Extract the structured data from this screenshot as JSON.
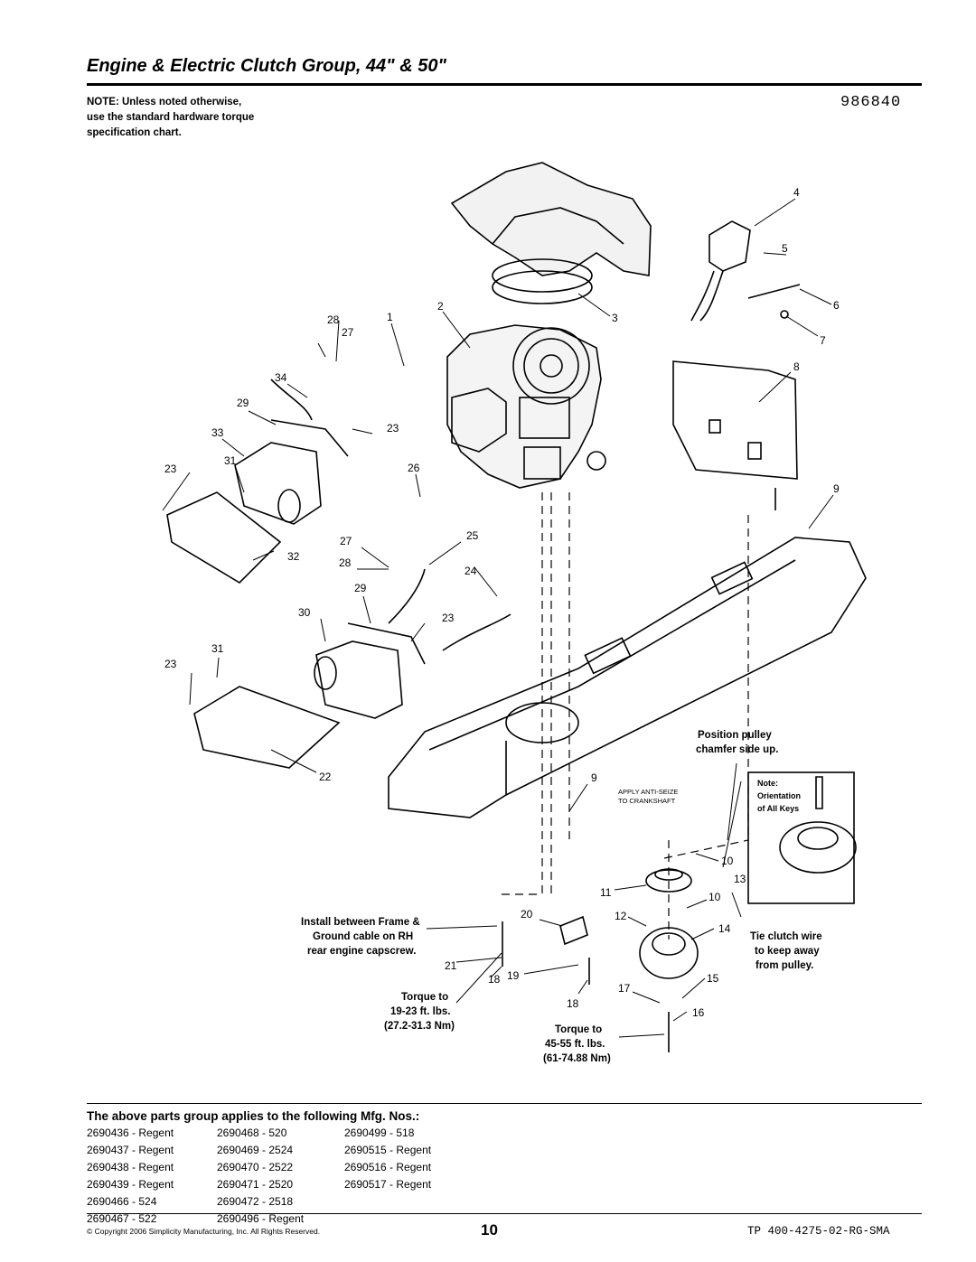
{
  "header": {
    "title": "Engine & Electric Clutch Group, 44\" & 50\"",
    "part_number": "986840"
  },
  "note": {
    "line1": "NOTE: Unless noted otherwise,",
    "line2": "use the standard hardware torque",
    "line3": "specification chart."
  },
  "diagram": {
    "callouts": [
      "4",
      "5",
      "6",
      "7",
      "8",
      "9",
      "1",
      "2",
      "3",
      "28",
      "27",
      "34",
      "29",
      "33",
      "23",
      "31",
      "23",
      "26",
      "27",
      "25",
      "28",
      "24",
      "32",
      "29",
      "30",
      "23",
      "31",
      "23",
      "22",
      "9",
      "10",
      "13",
      "10",
      "11",
      "12",
      "14",
      "20",
      "21",
      "18",
      "19",
      "17",
      "15",
      "18",
      "16"
    ],
    "annotations": {
      "position_pulley_1": "Position pulley",
      "position_pulley_2": "chamfer side up.",
      "anti_seize_1": "APPLY ANTI-SEIZE",
      "anti_seize_2": "TO CRANKSHAFT",
      "note_box_1": "Note:",
      "note_box_2": "Orientation",
      "note_box_3": "of All Keys",
      "install_1": "Install between Frame &",
      "install_2": "Ground cable on RH",
      "install_3": "rear engine capscrew.",
      "torque_a_1": "Torque to",
      "torque_a_2": "19-23 ft. lbs.",
      "torque_a_3": "(27.2-31.3 Nm)",
      "torque_b_1": "Torque to",
      "torque_b_2": "45-55 ft. lbs.",
      "torque_b_3": "(61-74.88 Nm)",
      "tie_clutch_1": "Tie clutch wire",
      "tie_clutch_2": "to keep away",
      "tie_clutch_3": "from pulley."
    }
  },
  "mfg": {
    "heading": "The above parts group applies to the following Mfg. Nos.:",
    "col1": [
      "2690436 - Regent",
      "2690437 - Regent",
      "2690438 - Regent",
      "2690439 - Regent",
      "2690466 - 524",
      "2690467 - 522"
    ],
    "col2": [
      "2690468 - 520",
      "2690469 - 2524",
      "2690470 - 2522",
      "2690471 - 2520",
      "2690472 - 2518",
      "2690496 - Regent"
    ],
    "col3": [
      "2690499 - 518",
      "2690515 - Regent",
      "2690516 - Regent",
      "2690517 - Regent"
    ]
  },
  "footer": {
    "copyright": "© Copyright 2006 Simplicity Manufacturing, Inc. All Rights Reserved.",
    "page": "10",
    "doc_ref": "TP 400-4275-02-RG-SMA"
  }
}
